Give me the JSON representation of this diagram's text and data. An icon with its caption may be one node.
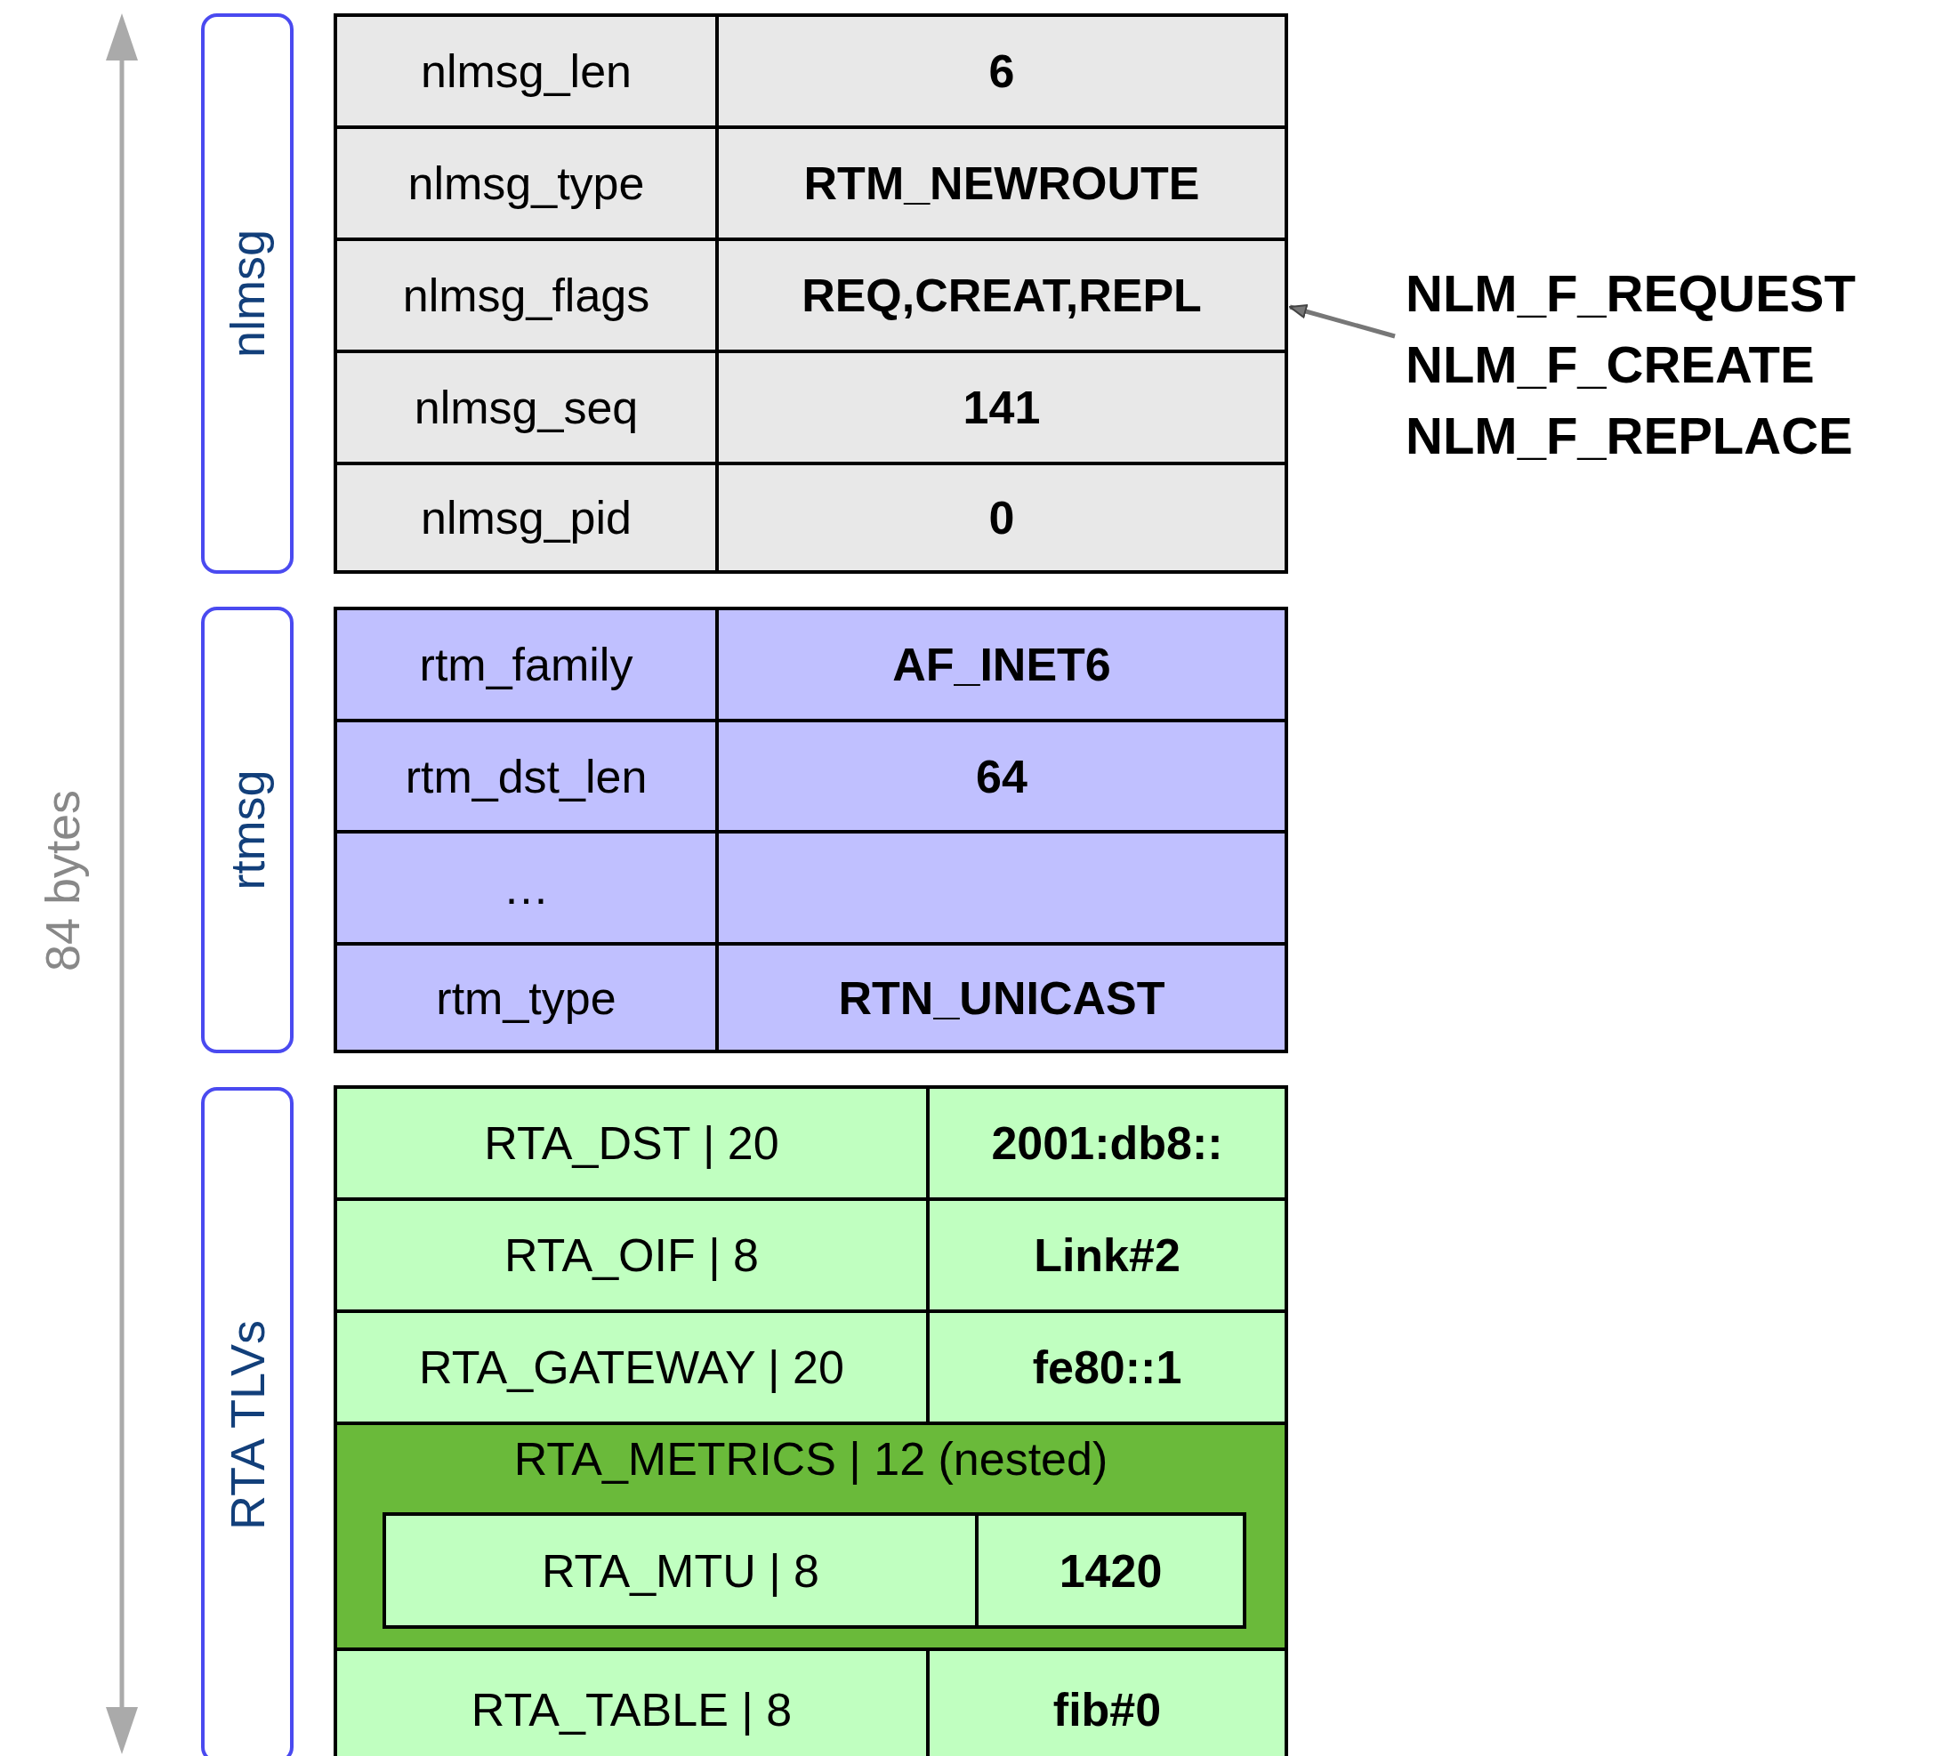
{
  "diagram": {
    "nodes": [
      {
        "text": [
          "nlmsg"
        ]
      },
      {
        "text": [
          "nlmsg_len",
          "6"
        ]
      },
      {
        "text": [
          "nlmsg_type",
          "RTM_NEWROUTE"
        ]
      },
      {
        "text": [
          "nlmsg_flags",
          "REQ,CREAT,REPL"
        ]
      },
      {
        "text": [
          "nlmsg_seq",
          "141"
        ]
      },
      {
        "text": [
          "nlmsg_pid",
          "0"
        ]
      },
      {
        "text": [
          "rtmsg"
        ]
      },
      {
        "text": [
          "rtm_family",
          "AF_INET6"
        ]
      },
      {
        "text": [
          "rtm_dst_len",
          "64"
        ]
      },
      {
        "text": [
          "…"
        ]
      },
      {
        "text": [
          "rtm_type",
          "RTN_UNICAST"
        ]
      },
      {
        "text": [
          "RTA TLVs"
        ]
      },
      {
        "text": [
          "RTA_DST | 20",
          "2001:db8::"
        ]
      },
      {
        "text": [
          "RTA_OIF | 8",
          "Link#2"
        ]
      },
      {
        "text": [
          "RTA_GATEWAY | 20",
          "fe80::1"
        ]
      },
      {
        "text": [
          "RTA_METRICS | 12 (nested)"
        ]
      },
      {
        "text": [
          "RTA_MTU | 8",
          "1420"
        ],
        "in": 15
      },
      {
        "text": [
          "RTA_TABLE | 8",
          "fib#0"
        ]
      },
      {
        "text": [
          "NLM_F_REQUEST",
          "NLM_F_CREATE",
          "NLM_F_REPLACE"
        ]
      }
    ],
    "edges": [
      {
        "from": 18,
        "to": 3,
        "arrow": "to"
      }
    ],
    "labels": [
      "84 bytes"
    ]
  }
}
